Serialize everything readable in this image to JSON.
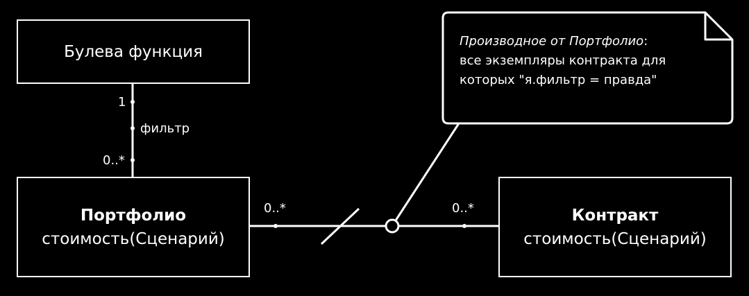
{
  "boolean_class": {
    "name": "Булева функция"
  },
  "portfolio_class": {
    "name": "Портфолио",
    "operation": "стоимость(Сценарий)"
  },
  "contract_class": {
    "name": "Контракт",
    "operation": "стоимость(Сценарий)"
  },
  "filter_association": {
    "multiplicity_boolean_end": "1",
    "role_name": "фильтр",
    "multiplicity_portfolio_end": "0..*"
  },
  "portfolio_contract_association": {
    "multiplicity_portfolio_end": "0..*",
    "multiplicity_contract_end": "0..*"
  },
  "note": {
    "line1_italic": "Производное от Портфолио",
    "line1_suffix": ":",
    "line2": "все экземпляры контракта для",
    "line3": "которых \"я.фильтр = правда\""
  }
}
